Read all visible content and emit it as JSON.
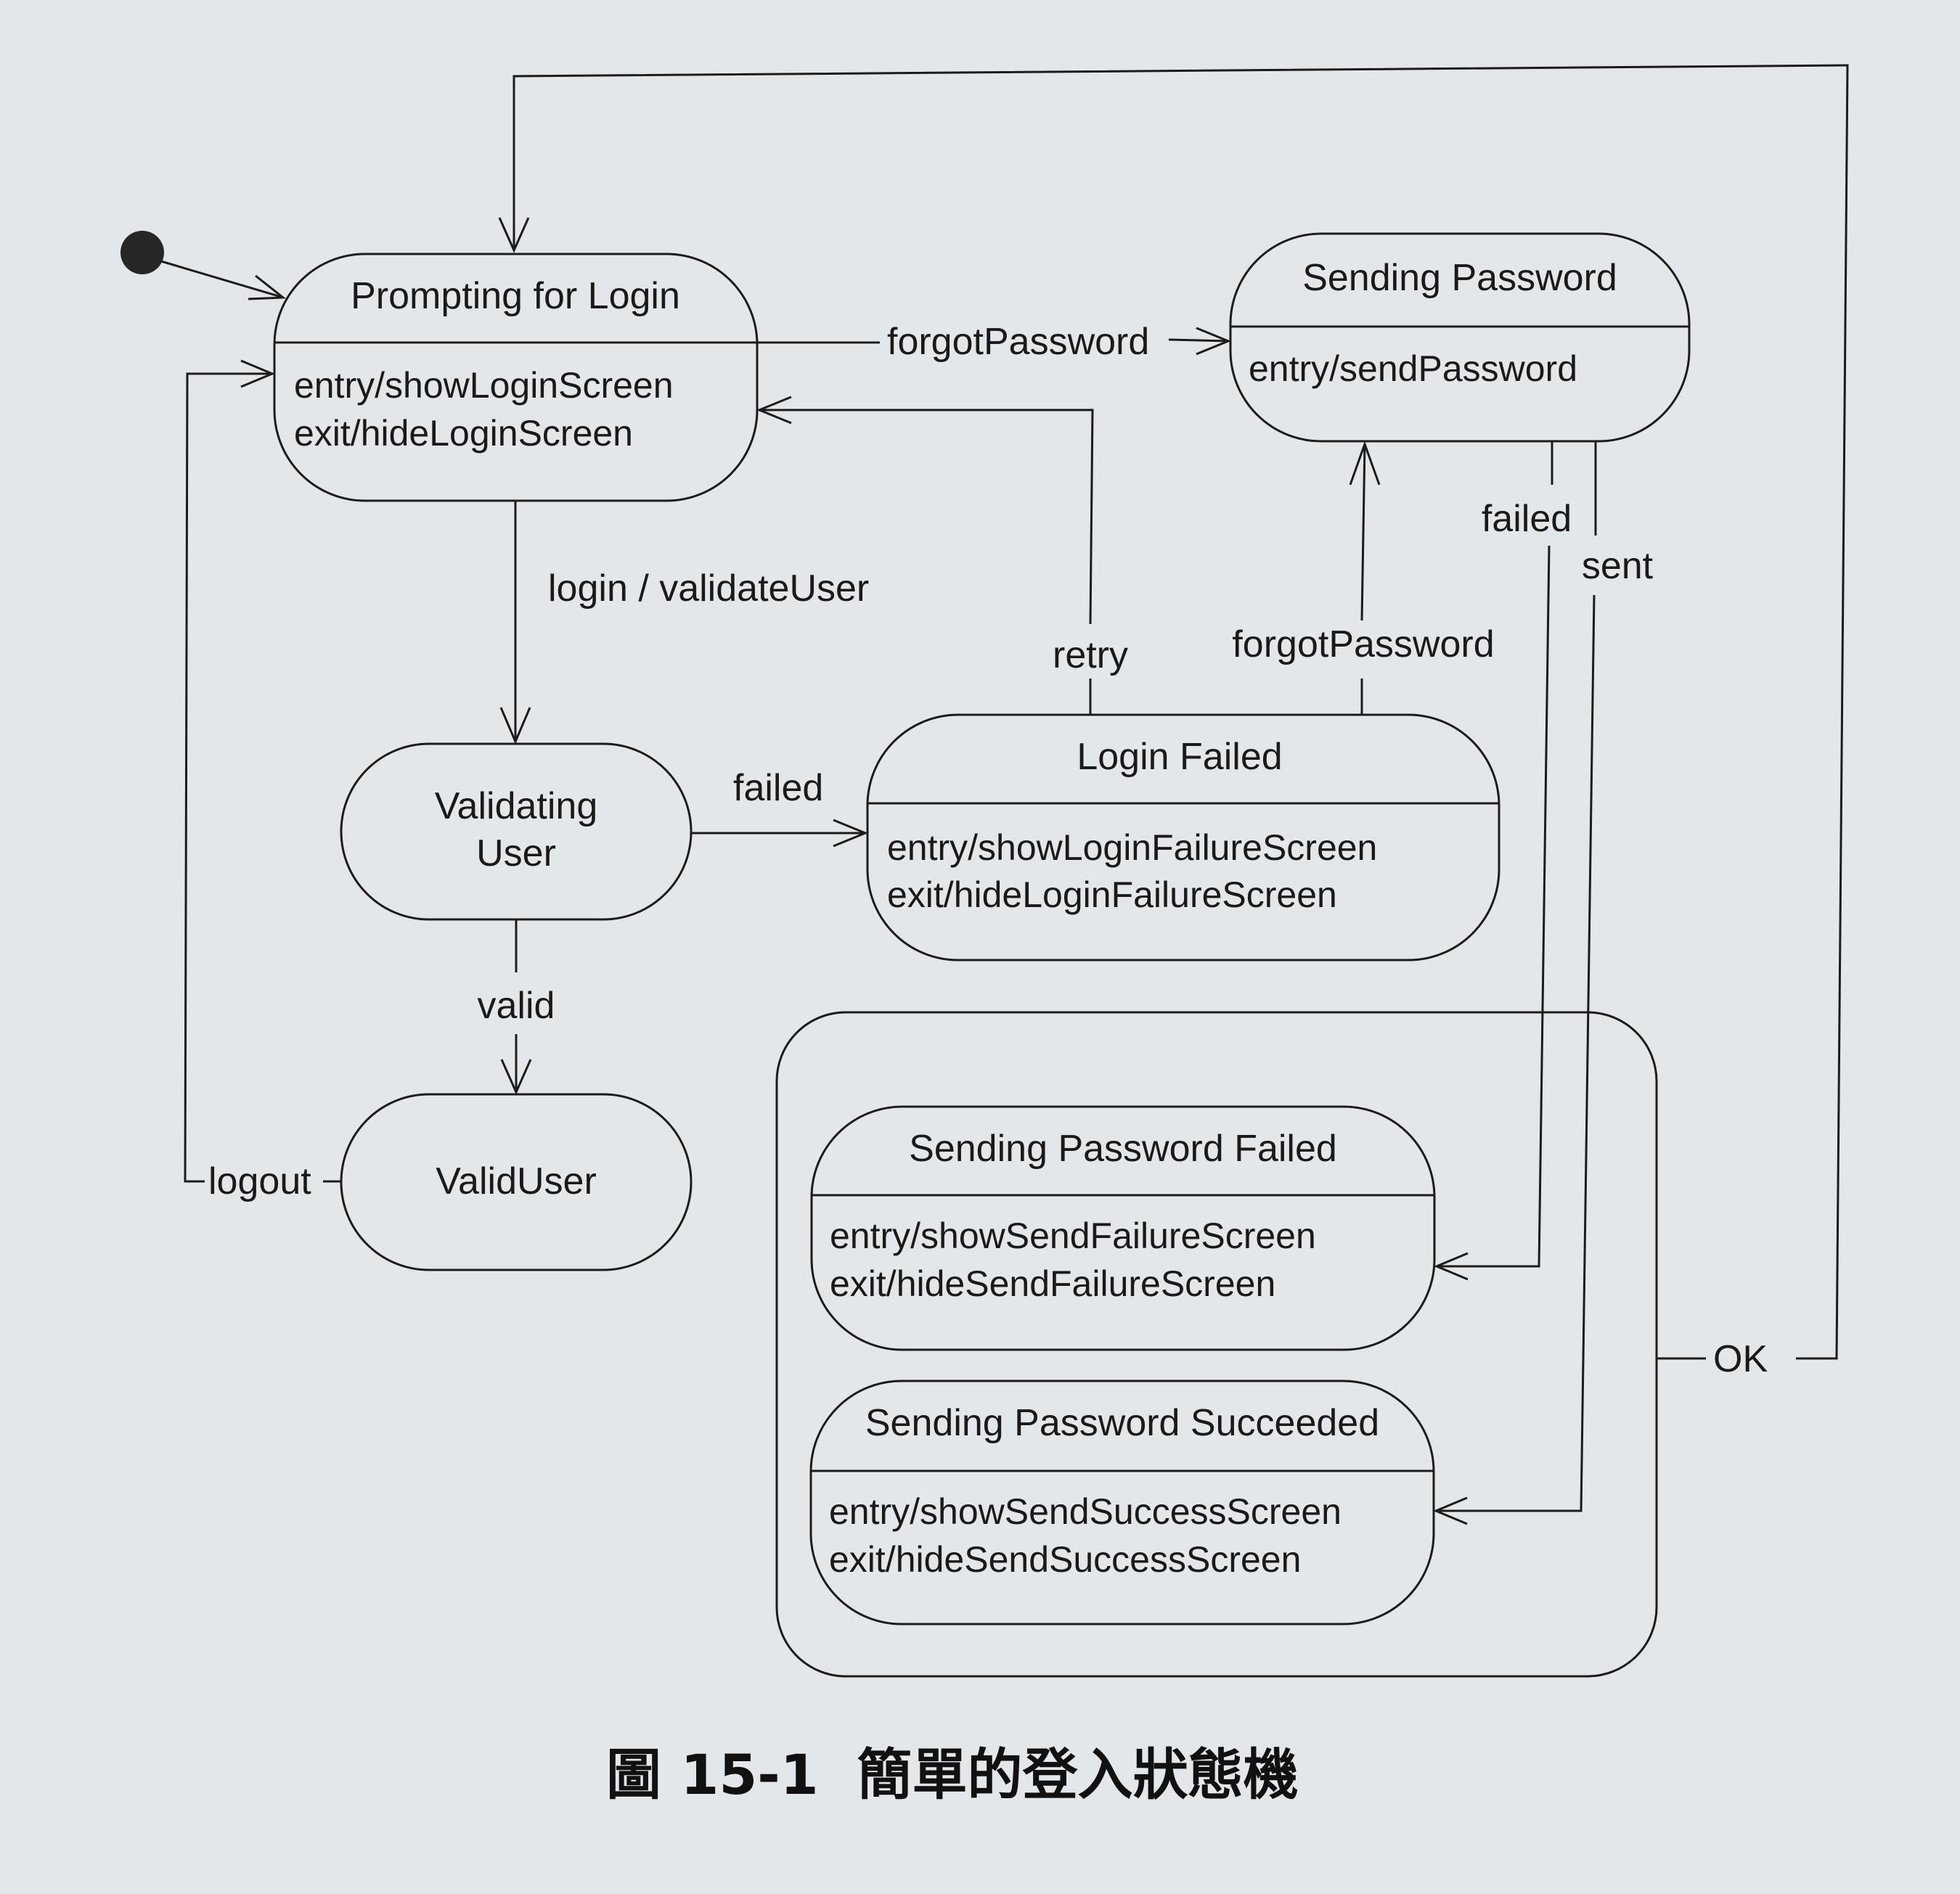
{
  "states": {
    "prompting": {
      "title": "Prompting for Login",
      "entry": "entry/showLoginScreen",
      "exit": "exit/hideLoginScreen"
    },
    "sending": {
      "title": "Sending Password",
      "entry": "entry/sendPassword"
    },
    "validating": {
      "title_line1": "Validating",
      "title_line2": "User"
    },
    "login_failed": {
      "title": "Login Failed",
      "entry": "entry/showLoginFailureScreen",
      "exit": "exit/hideLoginFailureScreen"
    },
    "valid_user": {
      "title": "ValidUser"
    },
    "send_failed": {
      "title": "Sending Password Failed",
      "entry": "entry/showSendFailureScreen",
      "exit": "exit/hideSendFailureScreen"
    },
    "send_succeeded": {
      "title": "Sending Password Succeeded",
      "entry": "entry/showSendSuccessScreen",
      "exit": "exit/hideSendSuccessScreen"
    }
  },
  "transitions": {
    "forgot_password_top": "forgotPassword",
    "login_validate": "login / validateUser",
    "failed_validation": "failed",
    "valid": "valid",
    "logout": "logout",
    "retry": "retry",
    "forgot_password_from_failed": "forgotPassword",
    "send_failed": "failed",
    "send_sent": "sent",
    "ok": "OK"
  },
  "caption": "圖 15-1  簡單的登入狀態機"
}
